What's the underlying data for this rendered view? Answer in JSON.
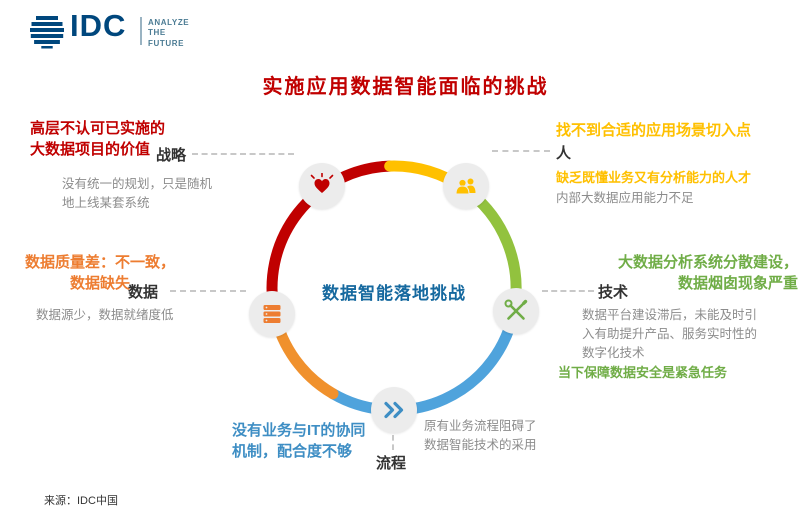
{
  "logo": {
    "name": "IDC",
    "tagline": "ANALYZE\nTHE\nFUTURE",
    "globe_icon": "globe-stripes-icon"
  },
  "title": "实施应用数据智能面临的挑战",
  "center_label": "数据智能落地挑战",
  "sections": {
    "strategy": {
      "label": "战略",
      "icon": "heart-hands-icon",
      "headline": "高层不认可已实施的\n大数据项目的价值",
      "detail": "没有统一的规划，只是随机\n地上线某套系统"
    },
    "people": {
      "label": "人",
      "icon": "people-icon",
      "headline": "找不到合适的应用场景切入点",
      "sub": "缺乏既懂业务又有分析能力的人才",
      "detail": "内部大数据应用能力不足"
    },
    "technology": {
      "label": "技术",
      "icon": "tools-icon",
      "headline": "大数据分析系统分散建设，\n数据烟囱现象严重",
      "detail": "数据平台建设滞后，未能及时引\n入有助提升产品、服务实时性的\n数字化技术",
      "note": "当下保障数据安全是紧急任务"
    },
    "process": {
      "label": "流程",
      "icon": "double-chevron-icon",
      "headline": "没有业务与IT的协同\n机制，配合度不够",
      "detail": "原有业务流程阻碍了\n数据智能技术的采用"
    },
    "data": {
      "label": "数据",
      "icon": "database-icon",
      "headline": "数据质量差：不一致，\n数据缺失",
      "detail": "数据源少，数据就绪度低"
    }
  },
  "footer": {
    "source": "来源：IDC中国"
  },
  "colors": {
    "title_red": "#C00000",
    "strategy_red": "#C00000",
    "people_gold": "#FFC000",
    "technology_green": "#70AD47",
    "process_blue": "#3E8EC4",
    "data_orange": "#ED7D31",
    "center_blue": "#16699F",
    "gray_text": "#8C8C8C",
    "arc_red": "#C00000",
    "arc_yellow": "#FFC000",
    "arc_green": "#92C23E",
    "arc_blue": "#4FA3DC",
    "arc_orange": "#F0912D",
    "logo_navy": "#00477D",
    "logo_tagline_teal": "#4C7C94",
    "node_circle_gray": "#ECECEC"
  }
}
